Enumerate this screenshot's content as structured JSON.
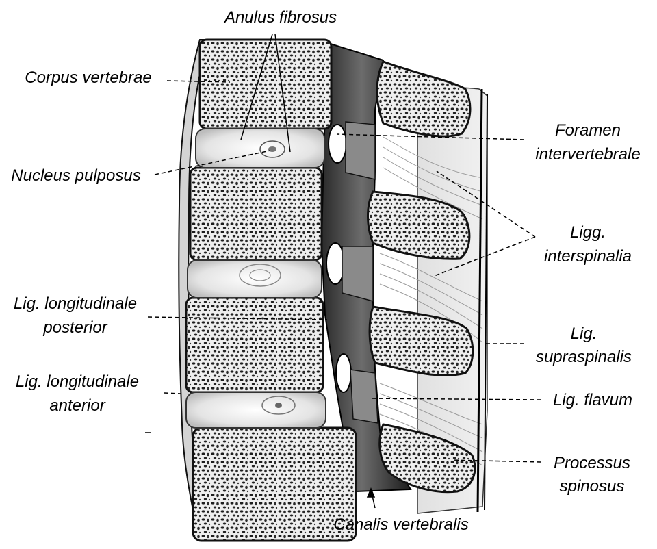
{
  "labels": {
    "anulus_fibrosus": "Anulus fibrosus",
    "corpus_vertebrae": "Corpus vertebrae",
    "nucleus_pulposus": "Nucleus pulposus",
    "lig_long_post_1": "Lig. longitudinale",
    "lig_long_post_2": "posterior",
    "lig_long_ant_1": "Lig. longitudinale",
    "lig_long_ant_2": "anterior",
    "foramen_1": "Foramen",
    "foramen_2": "intervertebrale",
    "ligg_interspinalia_1": "Ligg.",
    "ligg_interspinalia_2": "interspinalia",
    "lig_supraspinalis_1": "Lig.",
    "lig_supraspinalis_2": "supraspinalis",
    "lig_flavum": "Lig. flavum",
    "processus_1": "Processus",
    "processus_2": "spinosus",
    "canalis": "Canalis vertebralis"
  }
}
